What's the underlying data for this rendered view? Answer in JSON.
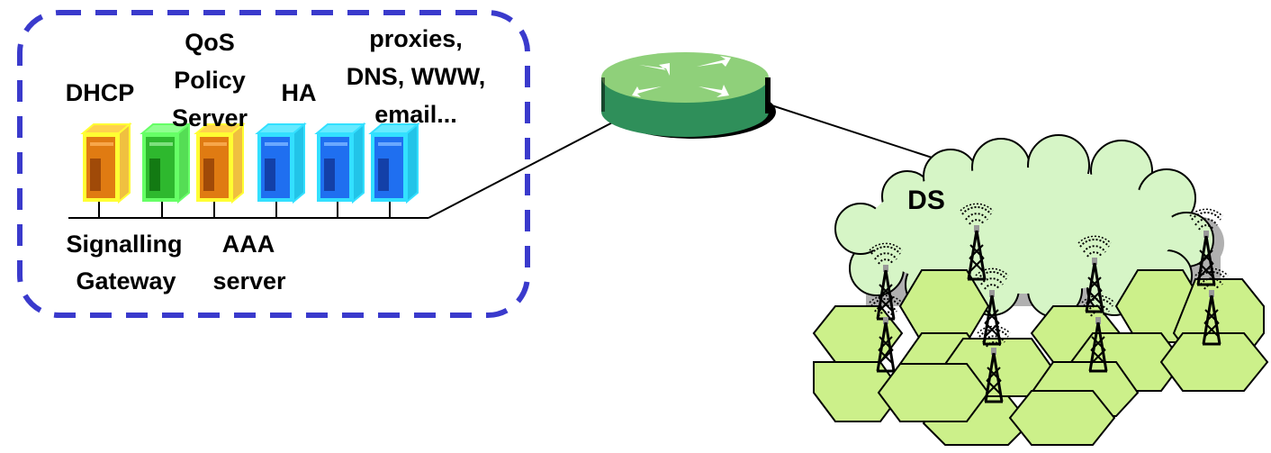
{
  "labels": {
    "dhcp": "DHCP",
    "qos_line1": "QoS",
    "qos_line2": "Policy",
    "qos_line3": "Server",
    "ha": "HA",
    "proxies_line1": "proxies,",
    "proxies_line2": "DNS, WWW,",
    "proxies_line3": "email...",
    "signalling_line1": "Signalling",
    "signalling_line2": "Gateway",
    "aaa_line1": "AAA",
    "aaa_line2": "server",
    "ds": "DS"
  },
  "colors": {
    "domain_border": "#3a3acc",
    "server_orange": "#e07b12",
    "server_green": "#2eb82e",
    "server_blue": "#1f6ff0",
    "router_top": "#8fd07a",
    "router_side": "#2f8f5a",
    "cloud_fill": "#d6f5c6",
    "hex_fill": "#ccf08a"
  },
  "icons": {
    "server": "server-tower-icon",
    "router": "router-icon",
    "antenna": "radio-tower-icon"
  }
}
